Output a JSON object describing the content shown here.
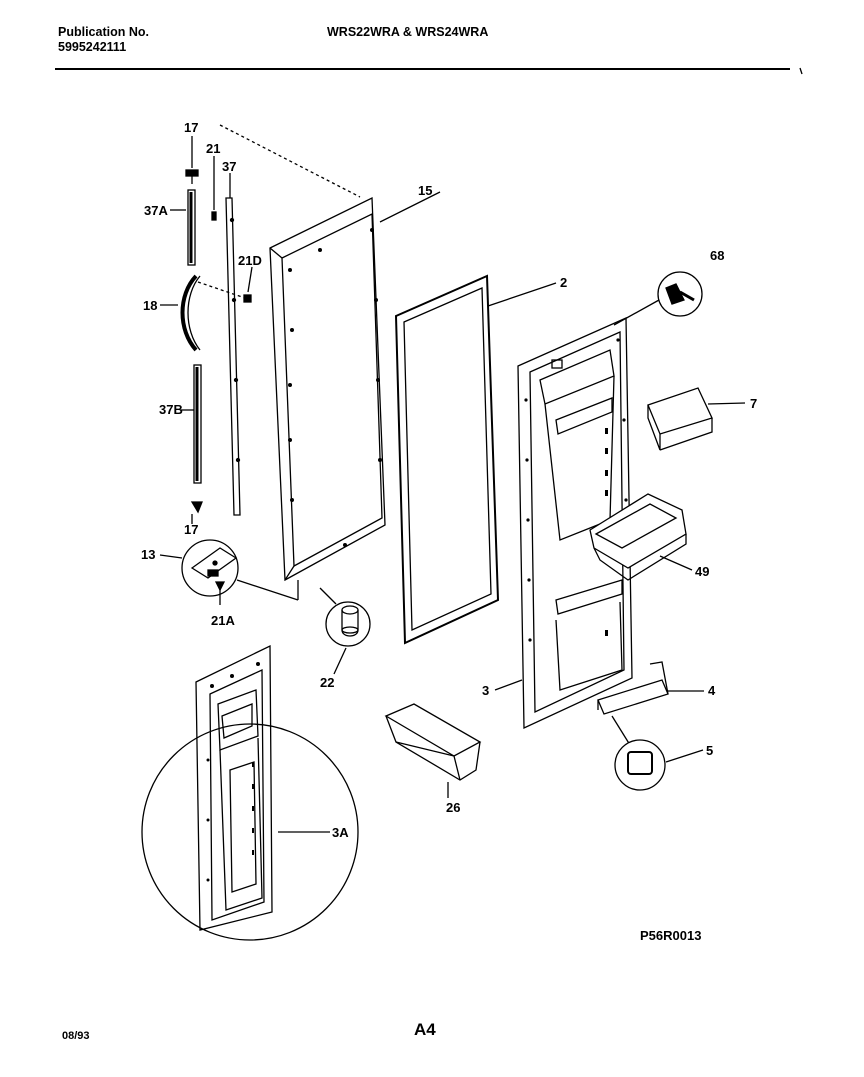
{
  "header": {
    "publication_label": "Publication No.",
    "publication_number": "5995242111",
    "models": "WRS22WRA & WRS24WRA"
  },
  "footer": {
    "date": "08/93",
    "page": "A4",
    "diagram_code": "P56R0013"
  },
  "callouts": {
    "c17_top": "17",
    "c21": "21",
    "c37": "37",
    "c37A": "37A",
    "c21D": "21D",
    "c18": "18",
    "c37B": "37B",
    "c17_bottom": "17",
    "c13": "13",
    "c21A": "21A",
    "c22": "22",
    "c15": "15",
    "c2": "2",
    "c68": "68",
    "c7": "7",
    "c49": "49",
    "c3": "3",
    "c4": "4",
    "c5": "5",
    "c26": "26",
    "c3A": "3A"
  }
}
